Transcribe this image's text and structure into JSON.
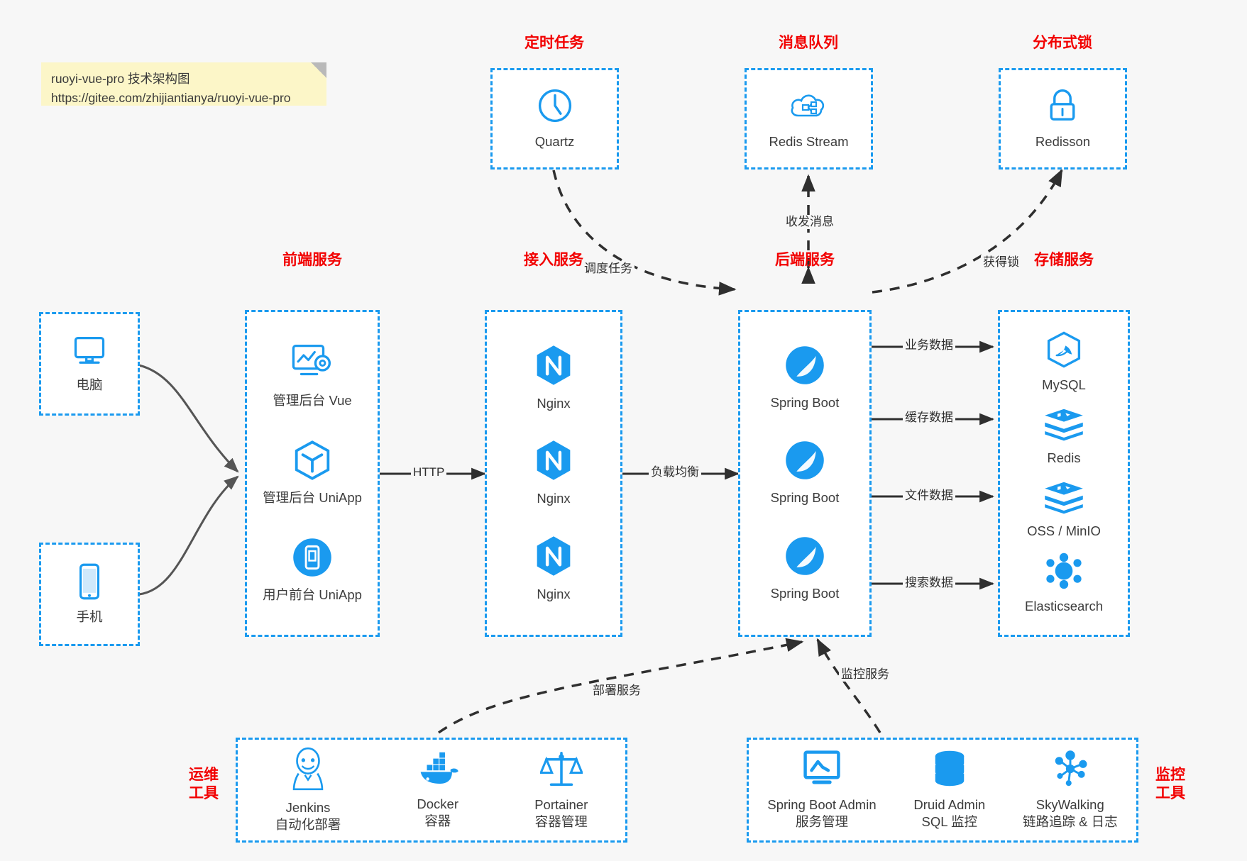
{
  "note": {
    "line1": "ruoyi-vue-pro 技术架构图",
    "line2": "https://gitee.com/zhijiantianya/ruoyi-vue-pro"
  },
  "colors": {
    "accent_blue": "#1a9aef",
    "title_red": "#f20000",
    "background": "#f7f7f7",
    "note_yellow": "#fcf6c8",
    "edge_gray": "#555555",
    "edge_dark": "#2f2f2f"
  },
  "groups": {
    "scheduler": {
      "title": "定时任务",
      "nodes": [
        {
          "label": "Quartz",
          "icon": "clock-icon"
        }
      ]
    },
    "mq": {
      "title": "消息队列",
      "nodes": [
        {
          "label": "Redis Stream",
          "icon": "cloud-stream-icon"
        }
      ]
    },
    "lock": {
      "title": "分布式锁",
      "nodes": [
        {
          "label": "Redisson",
          "icon": "padlock-icon"
        }
      ]
    },
    "client_pc": {
      "title": "",
      "nodes": [
        {
          "label": "电脑",
          "icon": "desktop-monitor-icon"
        }
      ]
    },
    "client_mobile": {
      "title": "",
      "nodes": [
        {
          "label": "手机",
          "icon": "smartphone-icon"
        }
      ]
    },
    "frontend": {
      "title": "前端服务",
      "nodes": [
        {
          "label": "管理后台 Vue",
          "icon": "dashboard-gear-icon"
        },
        {
          "label": "管理后台 UniApp",
          "icon": "hexagon-cube-icon"
        },
        {
          "label": "用户前台 UniApp",
          "icon": "mobile-app-icon"
        }
      ]
    },
    "gateway": {
      "title": "接入服务",
      "nodes": [
        {
          "label": "Nginx",
          "icon": "nginx-icon"
        },
        {
          "label": "Nginx",
          "icon": "nginx-icon"
        },
        {
          "label": "Nginx",
          "icon": "nginx-icon"
        }
      ]
    },
    "backend": {
      "title": "后端服务",
      "nodes": [
        {
          "label": "Spring Boot",
          "icon": "spring-leaf-icon"
        },
        {
          "label": "Spring Boot",
          "icon": "spring-leaf-icon"
        },
        {
          "label": "Spring Boot",
          "icon": "spring-leaf-icon"
        }
      ]
    },
    "storage": {
      "title": "存储服务",
      "nodes": [
        {
          "label": "MySQL",
          "icon": "mysql-dolphin-icon"
        },
        {
          "label": "Redis",
          "icon": "redis-stack-icon"
        },
        {
          "label": "OSS / MinIO",
          "icon": "object-storage-icon"
        },
        {
          "label": "Elasticsearch",
          "icon": "elasticsearch-icon"
        }
      ]
    },
    "devops": {
      "title": "运维\n工具",
      "title_lines": [
        "运维",
        "工具"
      ],
      "nodes": [
        {
          "label": "Jenkins",
          "sublabel": "自动化部署",
          "icon": "jenkins-butler-icon"
        },
        {
          "label": "Docker",
          "sublabel": "容器",
          "icon": "docker-whale-icon"
        },
        {
          "label": "Portainer",
          "sublabel": "容器管理",
          "icon": "portainer-scale-icon"
        }
      ]
    },
    "monitor": {
      "title_lines": [
        "监控",
        "工具"
      ],
      "nodes": [
        {
          "label": "Spring Boot Admin",
          "sublabel": "服务管理",
          "icon": "monitor-chart-icon"
        },
        {
          "label": "Druid Admin",
          "sublabel": "SQL 监控",
          "icon": "database-stack-icon"
        },
        {
          "label": "SkyWalking",
          "sublabel": "链路追踪 & 日志",
          "icon": "skywalking-graph-icon"
        }
      ]
    }
  },
  "edges": {
    "http": "HTTP",
    "load_balance": "负载均衡",
    "schedule_task": "调度任务",
    "send_receive_message": "收发消息",
    "acquire_lock": "获得锁",
    "business_data": "业务数据",
    "cache_data": "缓存数据",
    "file_data": "文件数据",
    "search_data": "搜索数据",
    "deploy_service": "部署服务",
    "monitor_service": "监控服务"
  }
}
